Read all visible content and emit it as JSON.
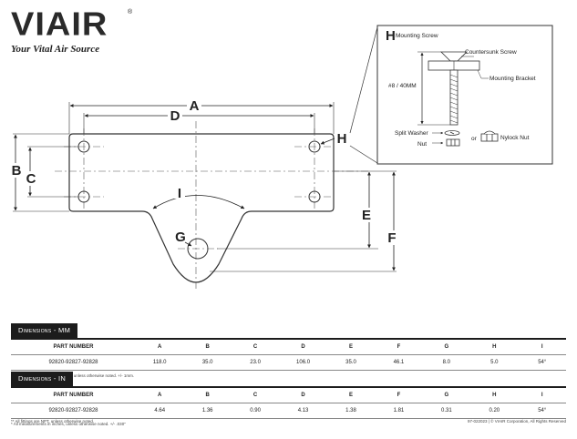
{
  "brand": {
    "logo": "VIAIR",
    "registered": "®",
    "tagline": "Your Vital Air Source"
  },
  "drawing": {
    "labels": {
      "A": "A",
      "B": "B",
      "C": "C",
      "D": "D",
      "E": "E",
      "F": "F",
      "G": "G",
      "H": "H",
      "I": "I"
    }
  },
  "inset": {
    "title": "H",
    "mounting_screw": "Mounting Screw",
    "countersunk_screw": "Countersunk Screw",
    "mounting_bracket": "Mounting Bracket",
    "screw_size": "#8 / 40MM",
    "split_washer": "Split Washer",
    "or": "or",
    "nylock_nut": "Nylock Nut",
    "nut": "Nut"
  },
  "tables": {
    "mm": {
      "title": "Dimensions - MM",
      "headers": [
        "PART NUMBER",
        "A",
        "B",
        "C",
        "D",
        "E",
        "F",
        "G",
        "H",
        "I"
      ],
      "row": [
        "92820-92827-92828",
        "118.0",
        "35.0",
        "23.0",
        "106.0",
        "35.0",
        "46.1",
        "8.0",
        "5.0",
        "54°"
      ],
      "note": "* All measurements in millimeters, unless otherwise noted. +/- 1mm."
    },
    "in": {
      "title": "Dimensions - IN",
      "headers": [
        "PART NUMBER",
        "A",
        "B",
        "C",
        "D",
        "E",
        "F",
        "G",
        "H",
        "I"
      ],
      "row": [
        "92820-92827-92828",
        "4.64",
        "1.36",
        "0.90",
        "4.13",
        "1.38",
        "1.81",
        "0.31",
        "0.20",
        "54°"
      ],
      "note": "* All measurements in inches, unless otherwise noted. +/- .030\""
    }
  },
  "footnote": "** All fittings are NPT, unless otherwise noted.",
  "footer": "97-022023 | © VIAIR Corporation, All Rights Reserved"
}
